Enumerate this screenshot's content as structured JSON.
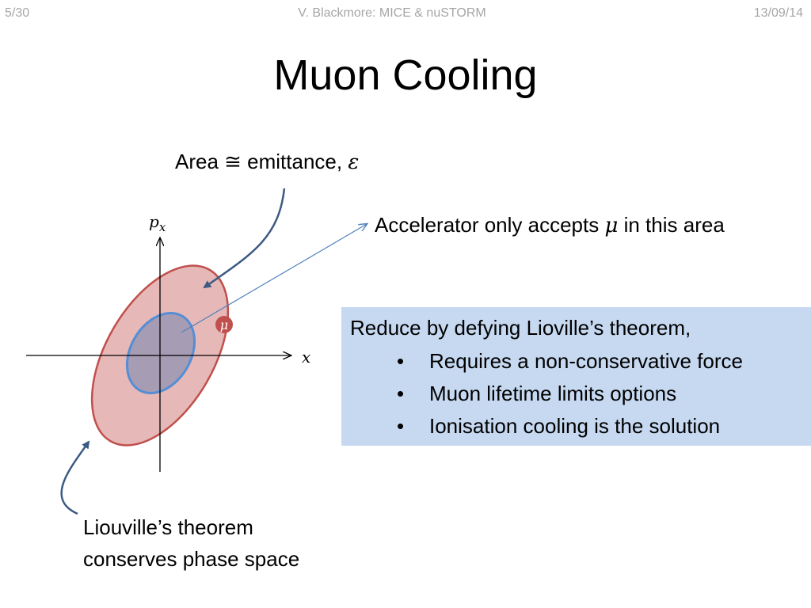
{
  "header": {
    "page": "5/30",
    "center": "V. Blackmore: MICE & nuSTORM",
    "date": "13/09/14"
  },
  "title": "Muon Cooling",
  "labels": {
    "area_prefix": "Area ≅ emittance, ",
    "area_symbol": "ε",
    "accept_prefix": "Accelerator only accepts ",
    "accept_symbol": "μ",
    "accept_suffix": " in this area",
    "liouville_line1": "Liouville’s theorem",
    "liouville_line2": "conserves phase space"
  },
  "axes": {
    "x_label": "x",
    "y_label": "p",
    "y_subscript": "x"
  },
  "muon_marker": "μ",
  "box": {
    "heading": "Reduce by defying Lioville’s theorem,",
    "bullet_glyph": "•",
    "bullets": [
      "Requires a non-conservative force",
      "Muon lifetime limits options",
      "Ionisation cooling is the solution"
    ]
  },
  "colors": {
    "outer_fill": "#e6b8b8",
    "outer_stroke": "#c0504d",
    "inner_fill": "#a69cb4",
    "inner_stroke": "#558ed5",
    "arrow": "#3c5a82",
    "box": "#c6d9f1",
    "muon": "#c0504d"
  }
}
